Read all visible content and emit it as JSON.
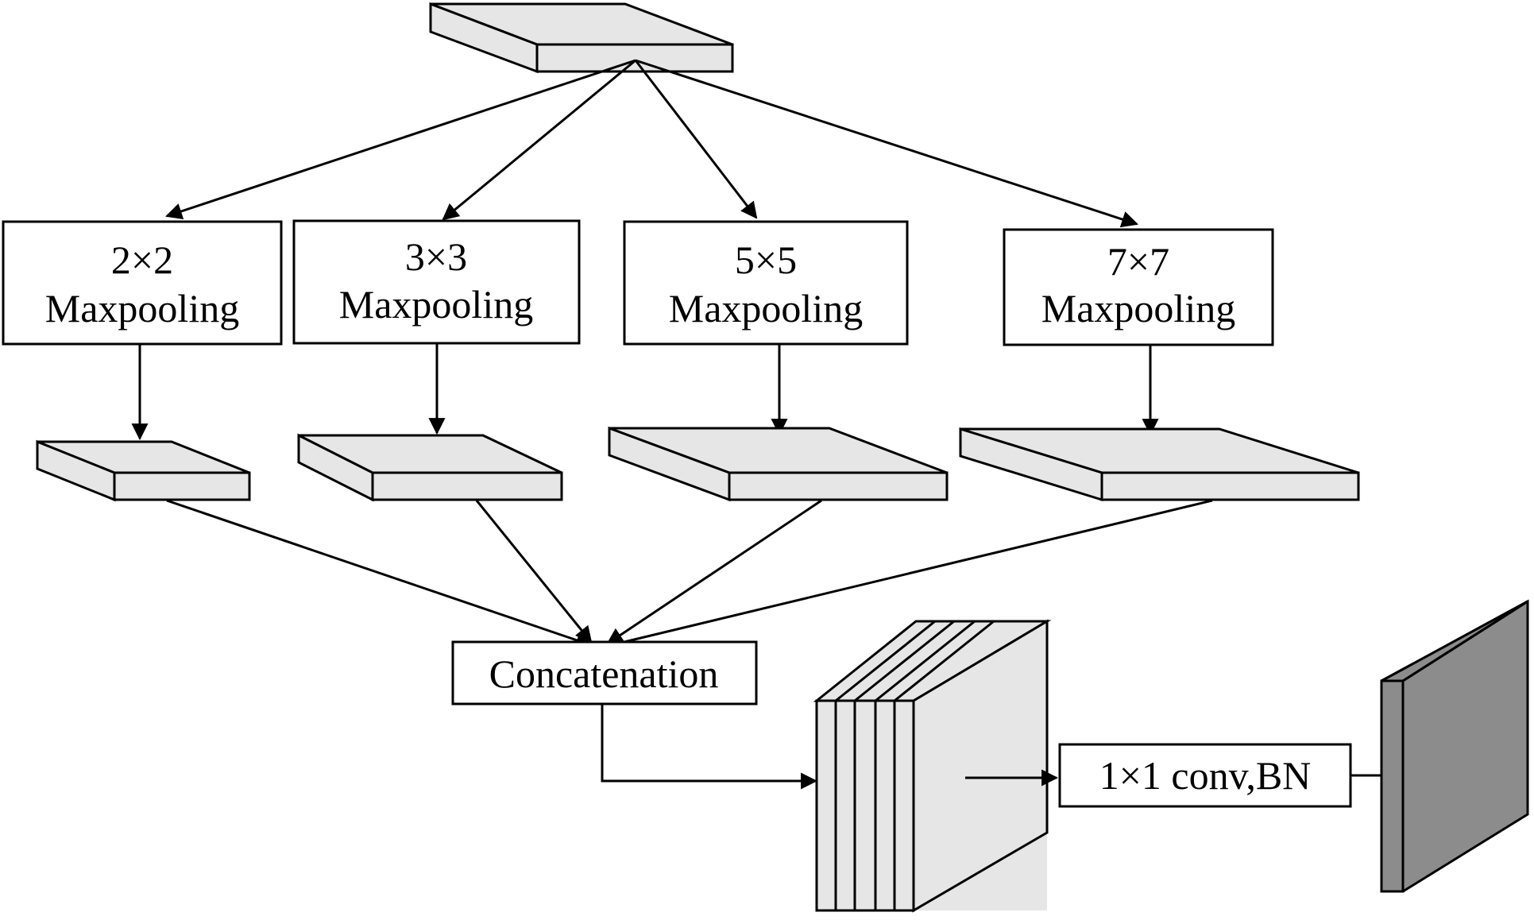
{
  "pooling_boxes": [
    {
      "size": "2×2",
      "op": "Maxpooling"
    },
    {
      "size": "3×3",
      "op": "Maxpooling"
    },
    {
      "size": "5×5",
      "op": "Maxpooling"
    },
    {
      "size": "7×7",
      "op": "Maxpooling"
    }
  ],
  "concat_label": "Concatenation",
  "conv_label": "1×1 conv,BN",
  "colors": {
    "stroke": "#000000",
    "slab_fill": "#e6e6e6",
    "output_fill": "#8c8c8c",
    "box_fill": "#ffffff"
  }
}
